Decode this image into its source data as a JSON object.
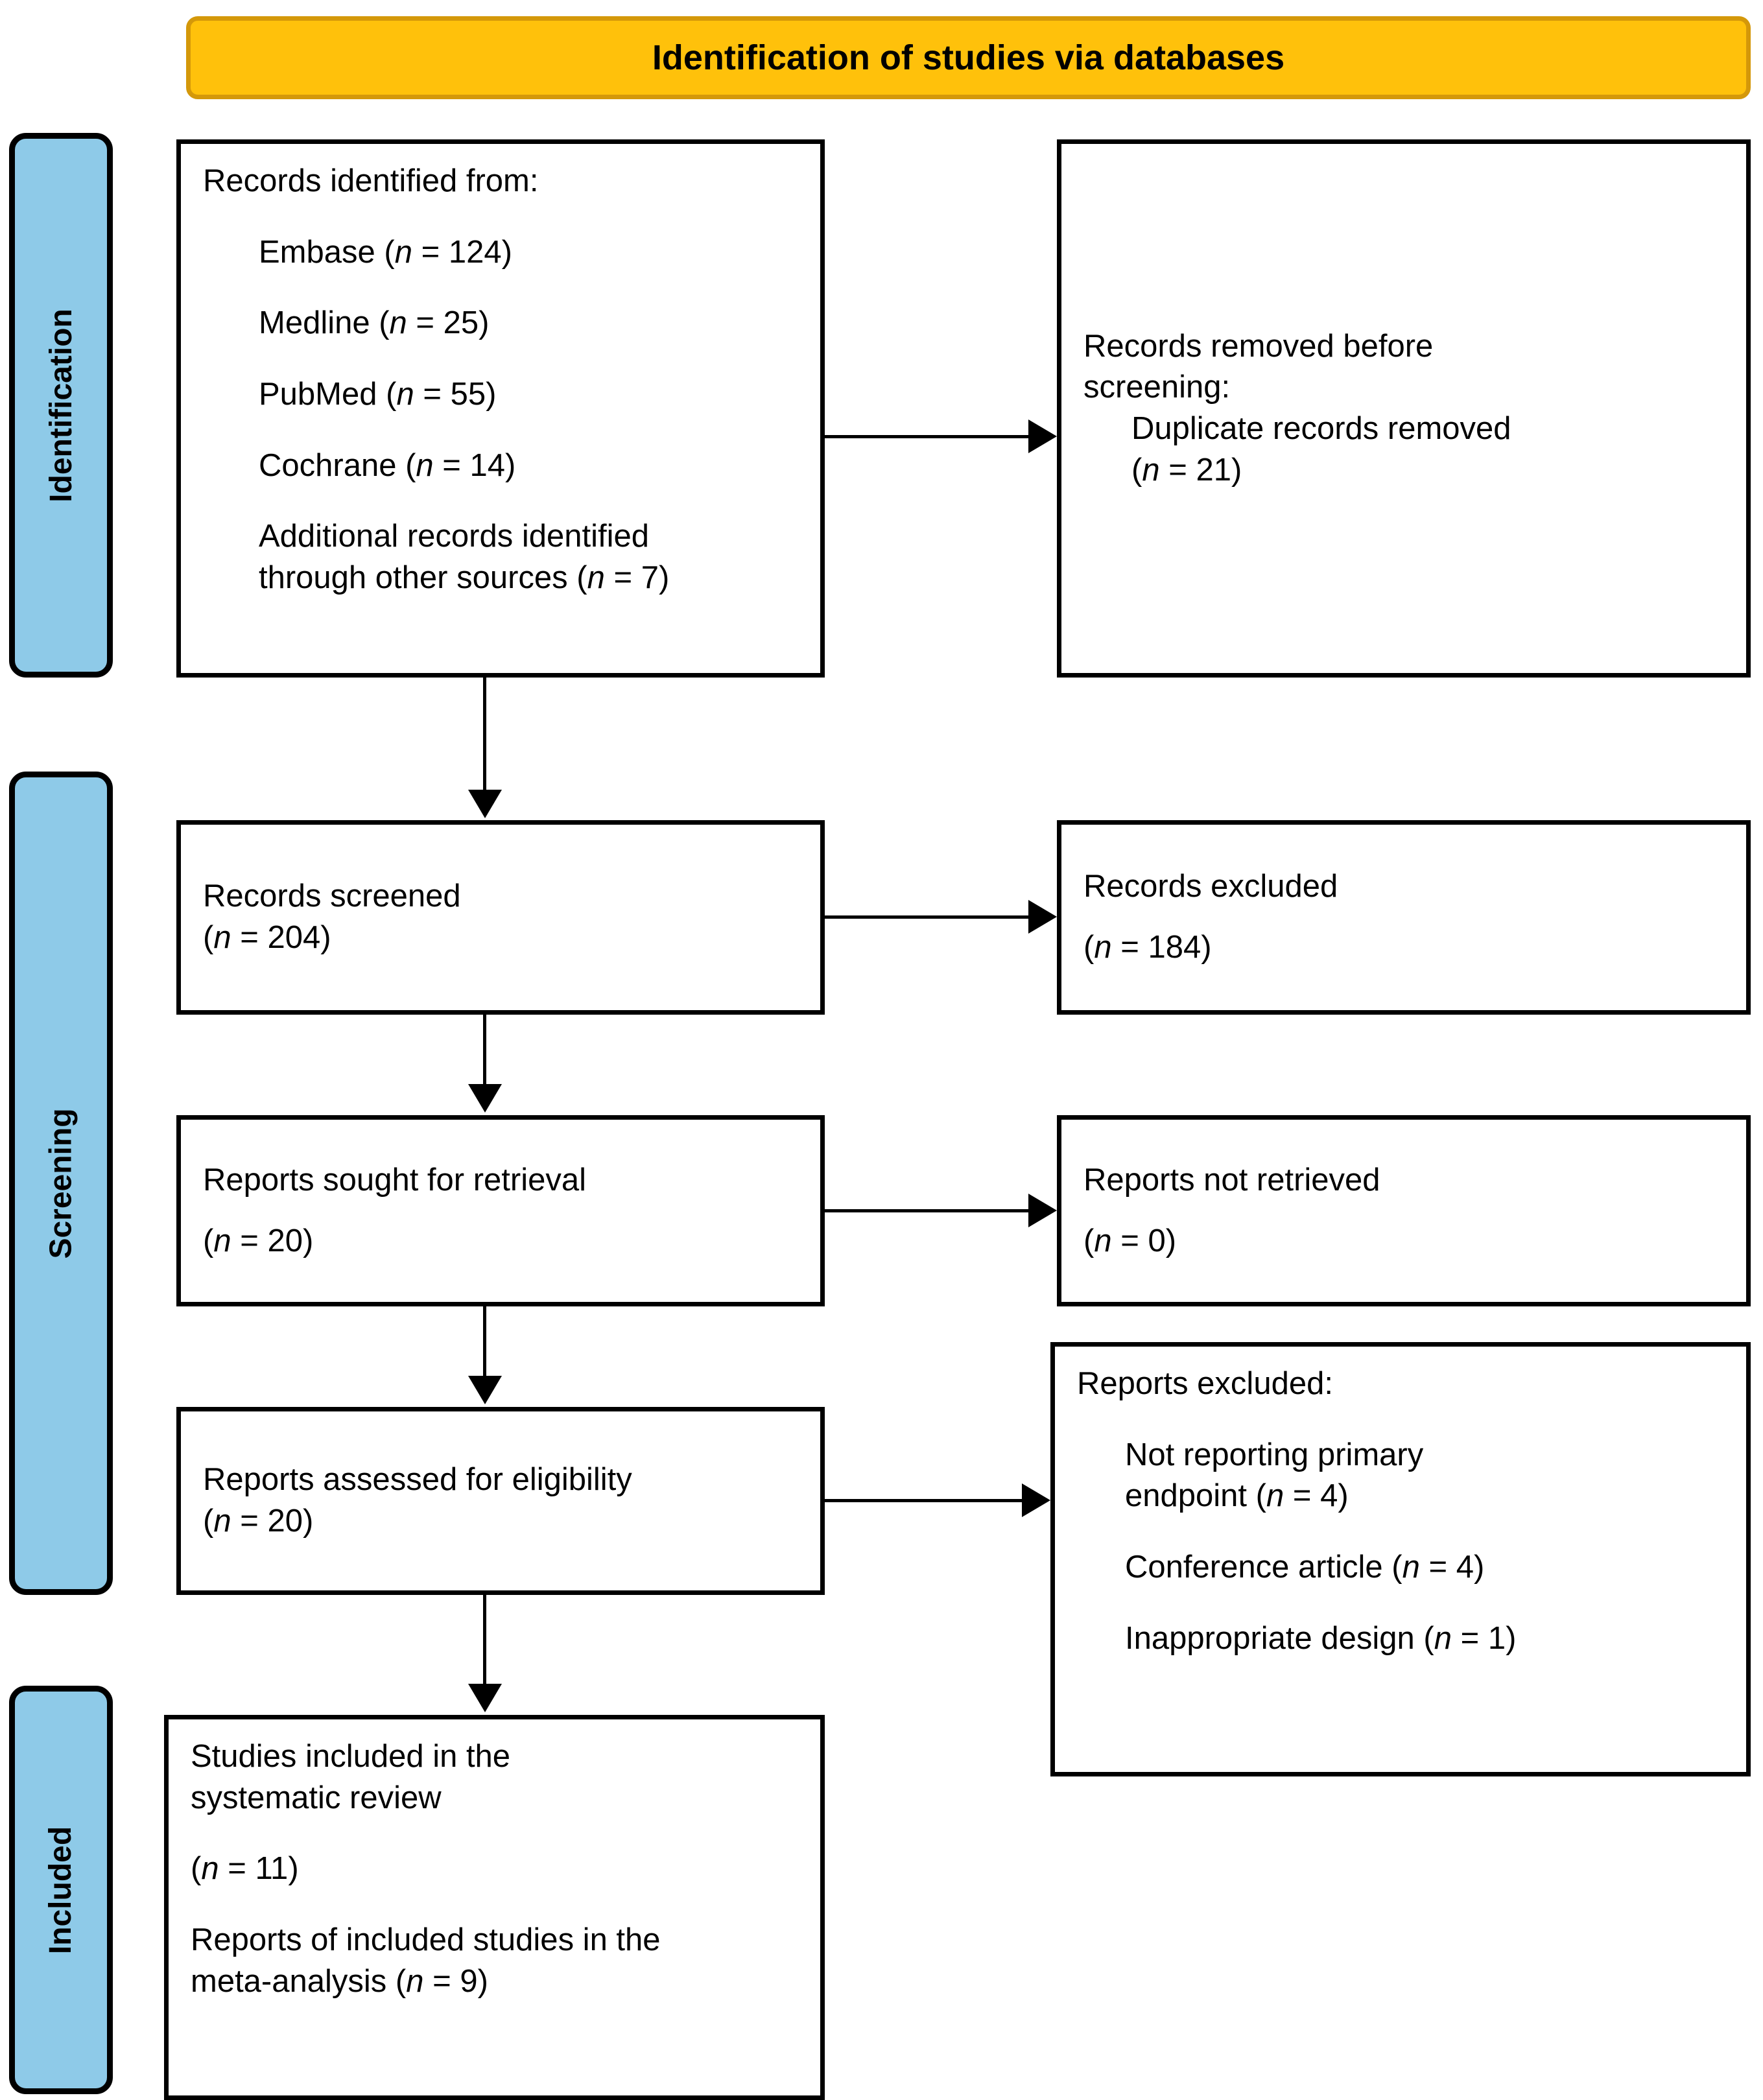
{
  "header": {
    "title": "Identification of studies via databases"
  },
  "stages": [
    {
      "id": "identification",
      "label": "Identification"
    },
    {
      "id": "screening",
      "label": "Screening"
    },
    {
      "id": "included",
      "label": "Included"
    }
  ],
  "colors": {
    "banner_fill": "#FFC10B",
    "banner_border": "#D4980A",
    "stage_fill": "#8ECAE8",
    "box_border": "#000000",
    "box_fill": "#FFFFFF",
    "text": "#000000"
  },
  "boxes": {
    "identified": {
      "heading": "Records identified from:",
      "items": [
        {
          "label": "Embase",
          "n": "124",
          "text": "Embase (n = 124)"
        },
        {
          "label": "Medline",
          "n": "25",
          "text": "Medline (n = 25)"
        },
        {
          "label": "PubMed",
          "n": "55",
          "text": "PubMed (n = 55)"
        },
        {
          "label": "Cochrane",
          "n": "14",
          "text": "Cochrane (n = 14)"
        }
      ],
      "additional_line1": "Additional records identified",
      "additional_line2_pre": "through other sources (",
      "additional_n": "7",
      "additional_post": " = 7)"
    },
    "removed": {
      "line1": "Records removed before",
      "line2": "screening:",
      "detail": "Duplicate records removed",
      "detail_n": "21"
    },
    "screened": {
      "title": "Records screened",
      "n": "204"
    },
    "excluded": {
      "title": "Records excluded",
      "n": "184"
    },
    "sought": {
      "title": "Reports sought for retrieval",
      "n": "20"
    },
    "not_retrieved": {
      "title": "Reports not retrieved",
      "n": "0"
    },
    "assessed": {
      "title": "Reports assessed for eligibility",
      "n": "20"
    },
    "reports_excluded": {
      "heading": "Reports excluded:",
      "reasons": [
        {
          "line1": "Not reporting primary",
          "line2_pre": "endpoint (",
          "n": "4",
          "text": "Not reporting primary endpoint (n = 4)"
        },
        {
          "line1": "Conference article",
          "n": "4",
          "text": "Conference article (n = 4)"
        },
        {
          "line1": "Inappropriate design",
          "n": "1",
          "text": "Inappropriate design (n = 1)"
        }
      ]
    },
    "included": {
      "line1": "Studies included in the",
      "line2": "systematic review",
      "n_studies": "11",
      "line3": "Reports of included studies in the",
      "line4_pre": "meta-analysis (",
      "n_reports": "9"
    }
  },
  "symbols": {
    "n_italic": "n",
    "equals": " = ",
    "open_paren": "(",
    "close_paren": ")"
  }
}
